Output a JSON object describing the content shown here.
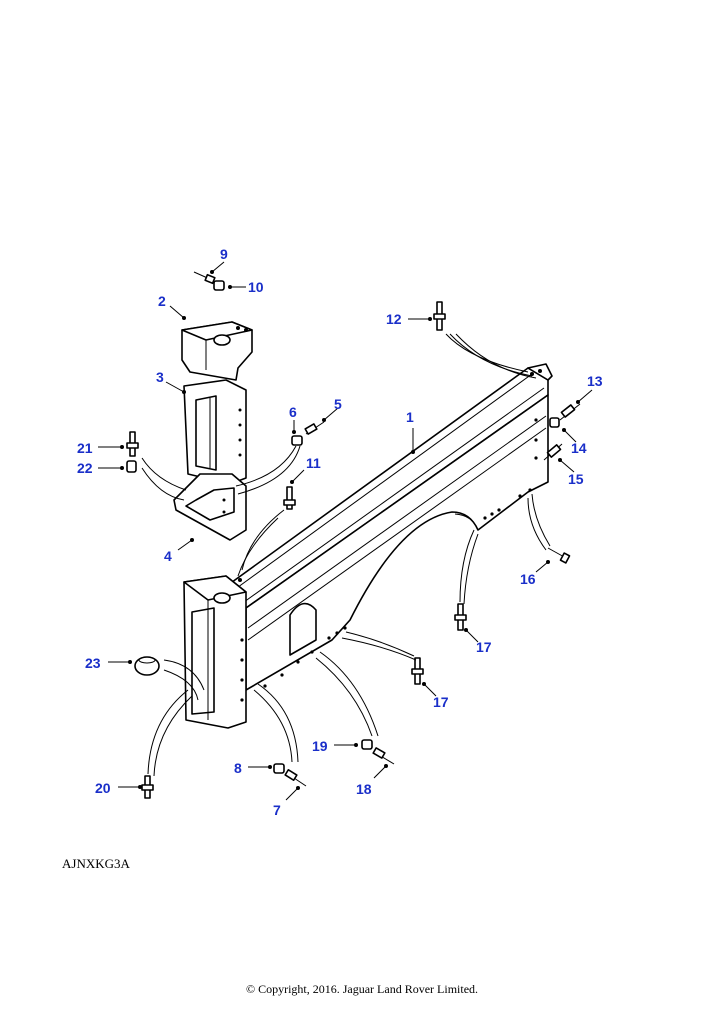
{
  "figure": {
    "reference_code": "AJNXKG3A",
    "copyright": "© Copyright, 2016. Jaguar Land Rover Limited.",
    "callouts": [
      "1",
      "2",
      "3",
      "4",
      "5",
      "6",
      "7",
      "8",
      "9",
      "10",
      "11",
      "12",
      "13",
      "14",
      "15",
      "16",
      "17",
      "17",
      "18",
      "19",
      "20",
      "21",
      "22",
      "23"
    ]
  }
}
